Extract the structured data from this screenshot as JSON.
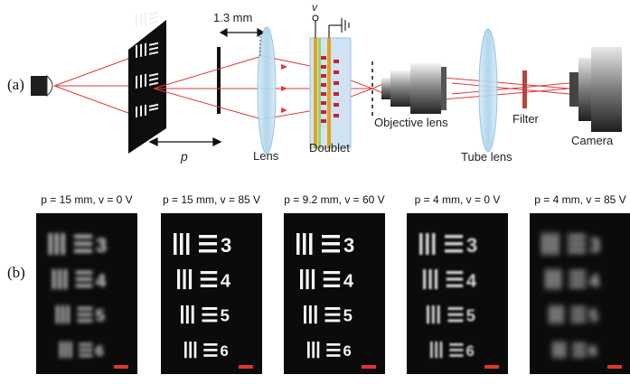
{
  "panel_a": {
    "label": "(a)",
    "spacing_label": "1.3 mm",
    "distance_label": "p",
    "voltage_label": "v",
    "components": {
      "lens": "Lens",
      "doublet": "Doublet",
      "objective": "Objective lens",
      "tube_lens": "Tube lens",
      "filter": "Filter",
      "camera": "Camera"
    }
  },
  "panel_b": {
    "label": "(b)",
    "images": [
      {
        "caption": "p = 15 mm, v = 0 V",
        "quality": "blurred"
      },
      {
        "caption": "p = 15 mm, v = 85 V",
        "quality": "sharp"
      },
      {
        "caption": "p = 9.2 mm, v = 60 V",
        "quality": "sharp"
      },
      {
        "caption": "p = 4 mm, v = 0 V",
        "quality": "slightly-blurred"
      },
      {
        "caption": "p = 4 mm, v = 85 V",
        "quality": "very-blurred"
      }
    ],
    "target_digits": [
      "3",
      "4",
      "5",
      "6"
    ]
  },
  "colors": {
    "rays": "#e03a3a",
    "lens": "#bcdcee",
    "scalebar": "#e0342c",
    "electrode": "#e0a800"
  }
}
